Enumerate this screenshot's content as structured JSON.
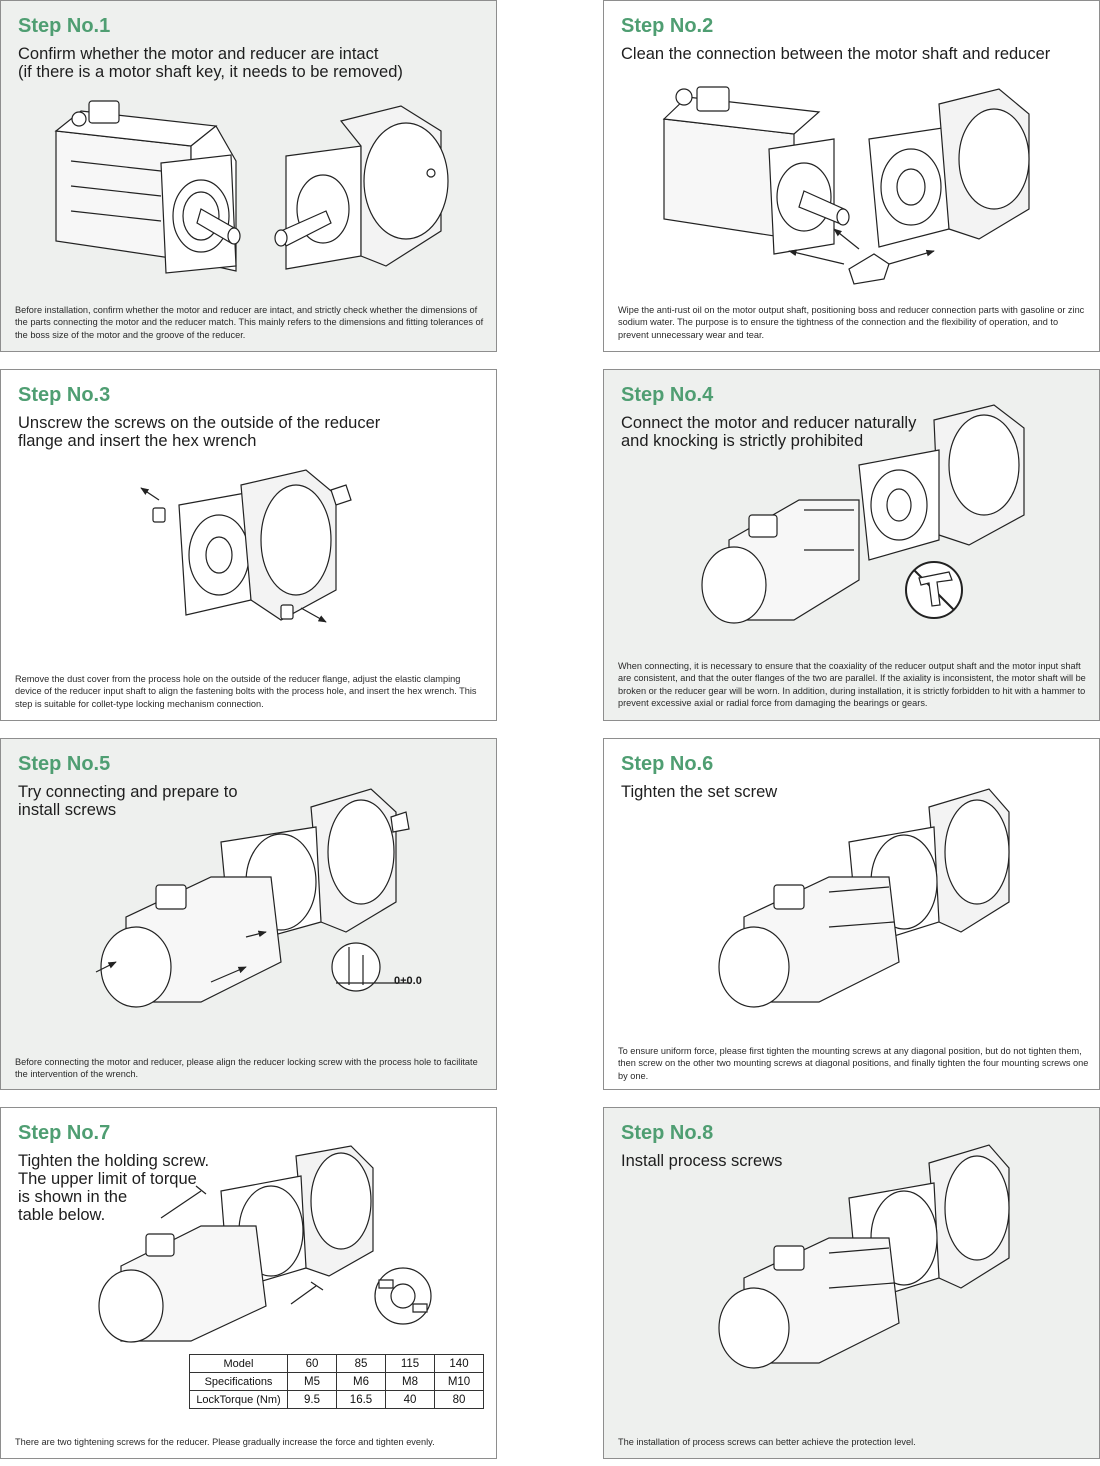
{
  "steps": [
    {
      "title": "Step No.1",
      "subtitle": "Confirm whether the motor and reducer are intact\n(if there is a motor shaft key, it needs to be removed)",
      "note": "Before installation, confirm whether the motor and reducer are intact, and strictly check whether the dimensions of the parts connecting the motor and the reducer match. This mainly refers to the dimensions and fitting tolerances of the boss size of the motor and the groove of the reducer."
    },
    {
      "title": "Step No.2",
      "subtitle": "Clean the connection between the motor shaft and reducer",
      "note": "Wipe the anti-rust oil on the motor output shaft, positioning boss and reducer connection parts with gasoline or zinc sodium water. The purpose is to ensure the tightness of the connection and the flexibility of operation, and to prevent unnecessary wear and tear."
    },
    {
      "title": "Step No.3",
      "subtitle": "Unscrew the screws on the outside of the reducer\nflange and insert the hex wrench",
      "note": "Remove the dust cover from the process hole on the outside of the reducer flange, adjust the elastic clamping device of the reducer input shaft to align the fastening bolts with the process hole, and insert the hex wrench. This step is suitable for collet-type locking mechanism connection."
    },
    {
      "title": "Step No.4",
      "subtitle": "Connect the motor and reducer naturally\nand knocking is strictly prohibited",
      "note": "When connecting, it is necessary to ensure that the coaxiality of the reducer output shaft and the motor input shaft are consistent, and that the outer flanges of the two are parallel. If the axiality is inconsistent, the motor shaft will be broken or the reducer gear will be worn. In addition, during installation, it is strictly forbidden to hit with a hammer to prevent excessive axial or radial force from damaging the bearings or gears."
    },
    {
      "title": "Step No.5",
      "subtitle": "Try connecting and prepare to\ninstall screws",
      "note": "Before connecting the motor and reducer, please align the reducer locking screw with the process hole to facilitate the intervention of the wrench.",
      "tolerance_label": "0+0.0"
    },
    {
      "title": "Step No.6",
      "subtitle": "Tighten the set screw",
      "note": "To ensure uniform force, please first tighten the mounting screws at any diagonal position, but do not tighten them, then screw on the other two mounting screws at diagonal positions, and finally tighten the four mounting screws one by one."
    },
    {
      "title": "Step No.7",
      "subtitle": "Tighten the holding screw.\nThe upper limit of torque\n is shown in the\ntable below.",
      "note": "There are two tightening screws for the reducer. Please gradually increase the force and tighten evenly."
    },
    {
      "title": "Step No.8",
      "subtitle": "Install process screws",
      "note": "The installation of process screws can better achieve the protection level."
    }
  ],
  "torque_table": {
    "headers": [
      "Model",
      "60",
      "85",
      "115",
      "140"
    ],
    "rows": [
      [
        "Specifications",
        "M5",
        "M6",
        "M8",
        "M10"
      ],
      [
        "LockTorque (Nm)",
        "9.5",
        "16.5",
        "40",
        "80"
      ]
    ]
  },
  "colors": {
    "accent": "#4f9e72",
    "gray_panel": "#eef0ee",
    "border": "#8e8e8e"
  }
}
